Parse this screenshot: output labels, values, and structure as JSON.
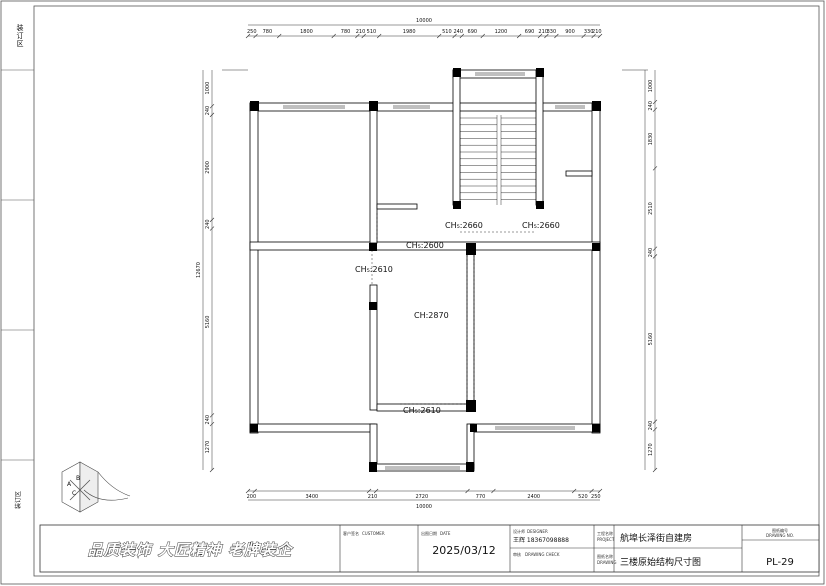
{
  "sidebar_label": "装订区",
  "dims": {
    "top_total": "10000",
    "top_segments": [
      "250",
      "780",
      "1800",
      "780",
      "210",
      "510",
      "1980",
      "510",
      "240",
      "690",
      "1200",
      "690",
      "210",
      "330",
      "900",
      "330",
      "210"
    ],
    "bottom_total": "10000",
    "bottom_segments": [
      "200",
      "3400",
      "210",
      "2720",
      "770",
      "2400",
      "520",
      "250"
    ],
    "left_total": "12670",
    "left_segments": [
      "1000",
      "240",
      "2900",
      "240",
      "5160",
      "240",
      "1270"
    ],
    "right_segments": [
      "1000",
      "240",
      "1830",
      "2510",
      "240",
      "5160",
      "240",
      "1270"
    ]
  },
  "rooms": {
    "ch_2660_left": "CH₅:2660",
    "ch_2660_right": "CH₅:2660",
    "ch_2600": "CH₅:2600",
    "ch_2610_left": "CH₅:2610",
    "ch_2870": "CH:2870",
    "ch_2610_bottom": "CH₅:2610"
  },
  "title_block": {
    "slogan": "品质装饰 大匠精神 老牌装企",
    "client_label": "客户签名",
    "client_label_en": "CUSTOMER",
    "date_label": "出图日期",
    "date_label_en": "DATE",
    "date": "2025/03/12",
    "designer_label": "设计师",
    "designer_label_en": "DESIGNER",
    "designer": "王辉 18367098888",
    "check_label": "审核",
    "check_label_en": "DRAWING CHECK",
    "project_label": "工程名称",
    "project_label_en": "PROJECT",
    "project_name": "航埠长泽街自建房",
    "drawing_label": "图纸名称",
    "drawing_label_en": "DRAWING",
    "drawing_name": "三楼原始结构尺寸图",
    "number_label": "图纸编号",
    "number_label_en": "DRAWING NO.",
    "number": "PL-29"
  },
  "logo_letters": [
    "A",
    "B",
    "C"
  ]
}
